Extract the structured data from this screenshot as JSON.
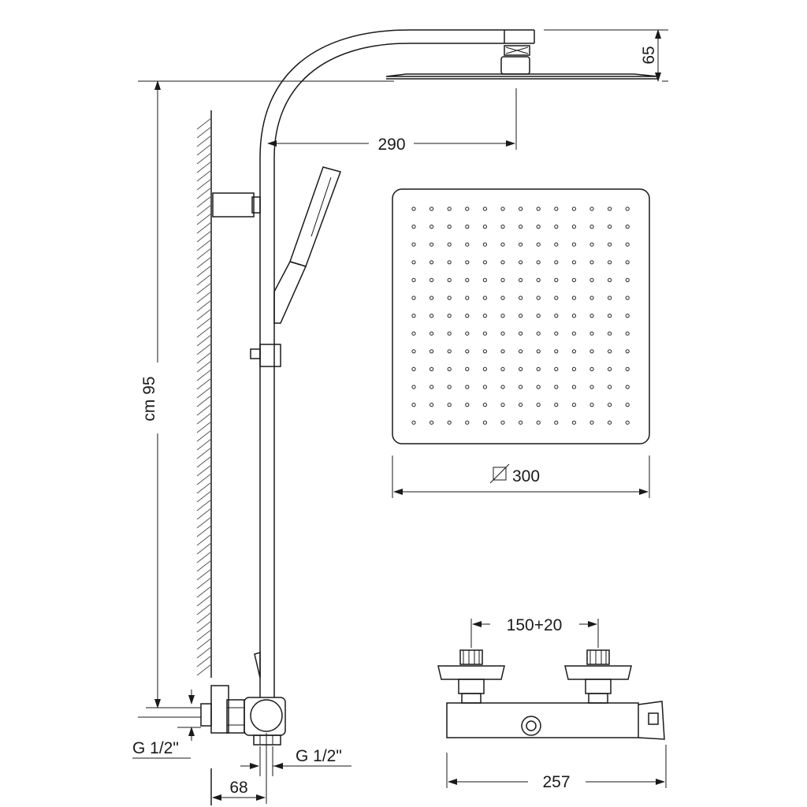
{
  "dimensions": {
    "head_height": "65",
    "arm_reach": "290",
    "total_height": "cm 95",
    "head_size": "300",
    "valve_centers": "150+20",
    "valve_width": "257",
    "wall_offset": "68",
    "inlet_left": "G 1/2\"",
    "outlet_bottom": "G 1/2\""
  },
  "icons": {
    "square_symbol": "square-size-symbol"
  }
}
